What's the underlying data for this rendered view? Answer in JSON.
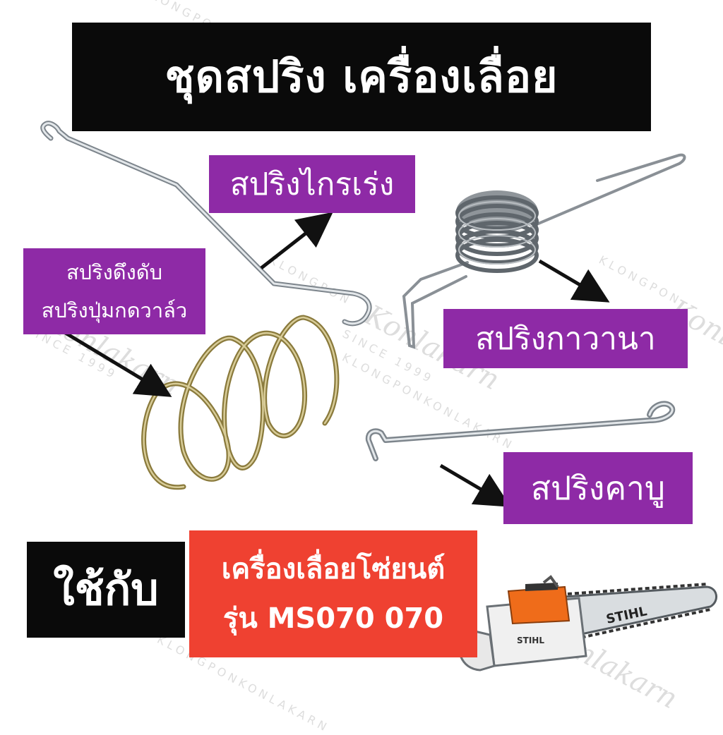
{
  "title": "ชุดสปริง เครื่องเลื่อย",
  "labels": {
    "throttle_spring": "สปริงไกรเร่ง",
    "stop_spring": "สปริงดึงดับ",
    "valve_button_spring": "สปริงปุ่มกดวาล์ว",
    "governor_spring": "สปริงกาวานา",
    "carburetor_spring": "สปริงคาบู"
  },
  "use_with": "ใช้กับ",
  "model": {
    "line1": "เครื่องเลื่อยโซ่ยนต์",
    "line2": "รุ่น MS070 070"
  },
  "chainsaw": {
    "brand": "STIHL",
    "bar_brand": "STIHL",
    "colors": {
      "body": "#f0f0f0",
      "accent": "#ef6c1a",
      "bar": "#d9dde0"
    }
  },
  "watermark": {
    "brand": "Konlakarn",
    "shop": "KLONGPON",
    "since": "SINCE 1999",
    "line": "KLONGPONKONLAKARN"
  },
  "colors": {
    "title_bg": "#0a0a0a",
    "label_bg": "#8e2aa6",
    "model_bg": "#ef4131"
  }
}
